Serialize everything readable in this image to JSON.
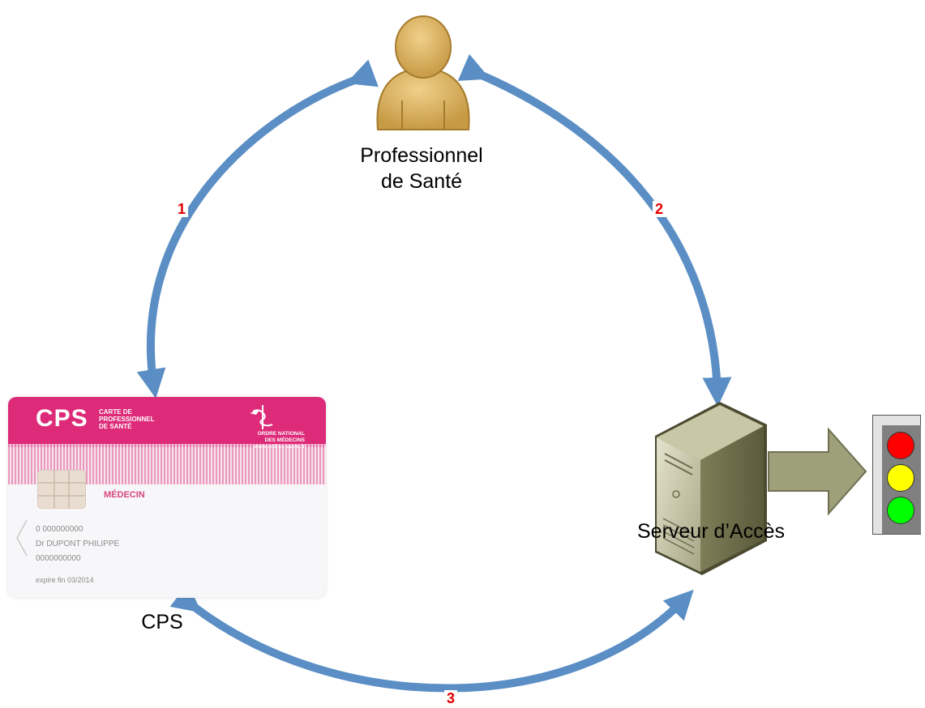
{
  "nodes": {
    "professional": {
      "line1": "Professionnel",
      "line2": "de Santé"
    },
    "card": {
      "label": "CPS"
    },
    "server": {
      "label": "Serveur d’Accès"
    }
  },
  "steps": [
    "1",
    "2",
    "3"
  ],
  "card": {
    "logo": "CPS",
    "subtitle": "CARTE DE\nPROFESSIONNEL\nDE SANTÉ",
    "ordre": "ORDRE NATIONAL\nDES MÉDECINS\nwww.ordres-sante.fr",
    "role": "MÉDECIN",
    "number": "0 000000000",
    "name": "Dr DUPONT PHILIPPE",
    "id": "0000000000",
    "expiry": "expire fin 03/2014"
  },
  "colors": {
    "arrow": "#5a8ec4",
    "step_number": "#e00000",
    "person": "#d9b463",
    "big_arrow": "#9ea07a",
    "light_red": "#ff0000",
    "light_yellow": "#ffff00",
    "light_green": "#00ff00"
  },
  "icons": [
    "user-icon",
    "server-icon",
    "traffic-light-icon",
    "right-arrow-icon"
  ]
}
